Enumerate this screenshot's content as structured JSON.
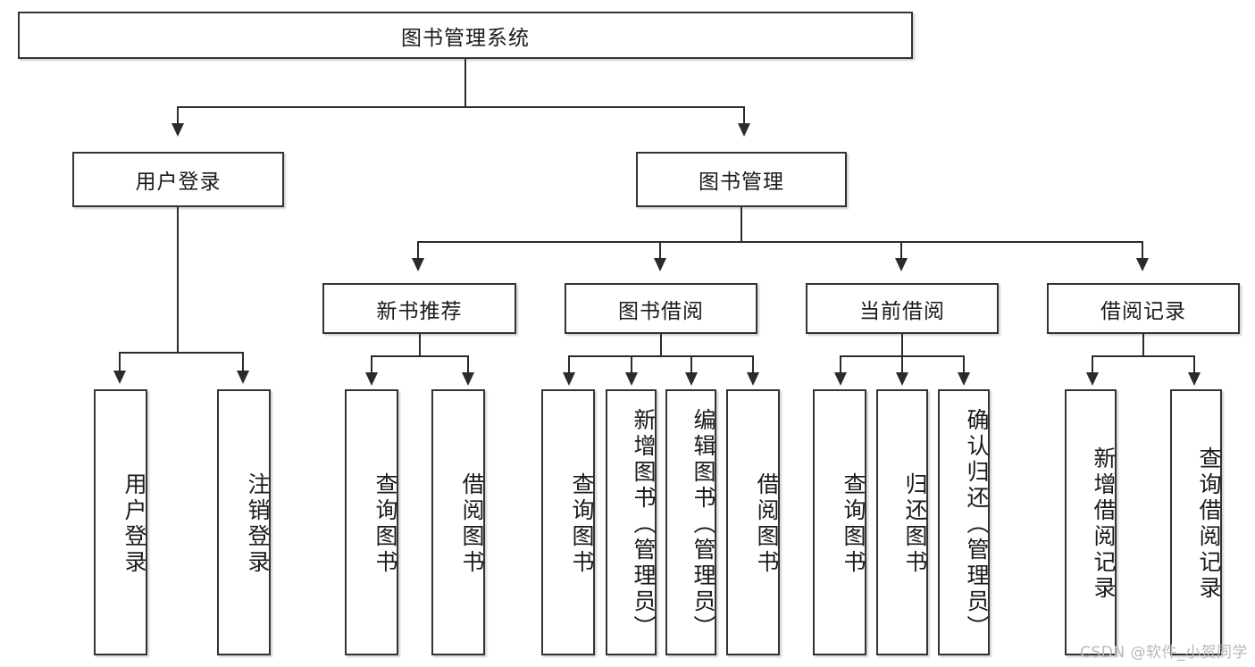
{
  "diagram": {
    "type": "tree-hierarchy",
    "title": "图书管理系统",
    "root": {
      "label": "图书管理系统"
    },
    "level2": [
      {
        "label": "用户登录"
      },
      {
        "label": "图书管理"
      }
    ],
    "level3": [
      {
        "label": "新书推荐"
      },
      {
        "label": "图书借阅"
      },
      {
        "label": "当前借阅"
      },
      {
        "label": "借阅记录"
      }
    ],
    "leaves": {
      "user_login": [
        {
          "label": "用户登录"
        },
        {
          "label": "注销登录"
        }
      ],
      "new_book_recommend": [
        {
          "label": "查询图书"
        },
        {
          "label": "借阅图书"
        }
      ],
      "book_borrow": [
        {
          "label": "查询图书"
        },
        {
          "label": "新增图书（管理员）"
        },
        {
          "label": "编辑图书（管理员）"
        },
        {
          "label": "借阅图书"
        }
      ],
      "current_borrow": [
        {
          "label": "查询图书"
        },
        {
          "label": "归还图书"
        },
        {
          "label": "确认归还（管理员）"
        }
      ],
      "borrow_record": [
        {
          "label": "新增借阅记录"
        },
        {
          "label": "查询借阅记录"
        }
      ]
    }
  },
  "watermark": {
    "text": "CSDN @软件_小贺同学"
  },
  "colors": {
    "border": "#333333",
    "line": "#2b2b2b",
    "background": "#ffffff",
    "watermark": "#b9b9b9"
  }
}
